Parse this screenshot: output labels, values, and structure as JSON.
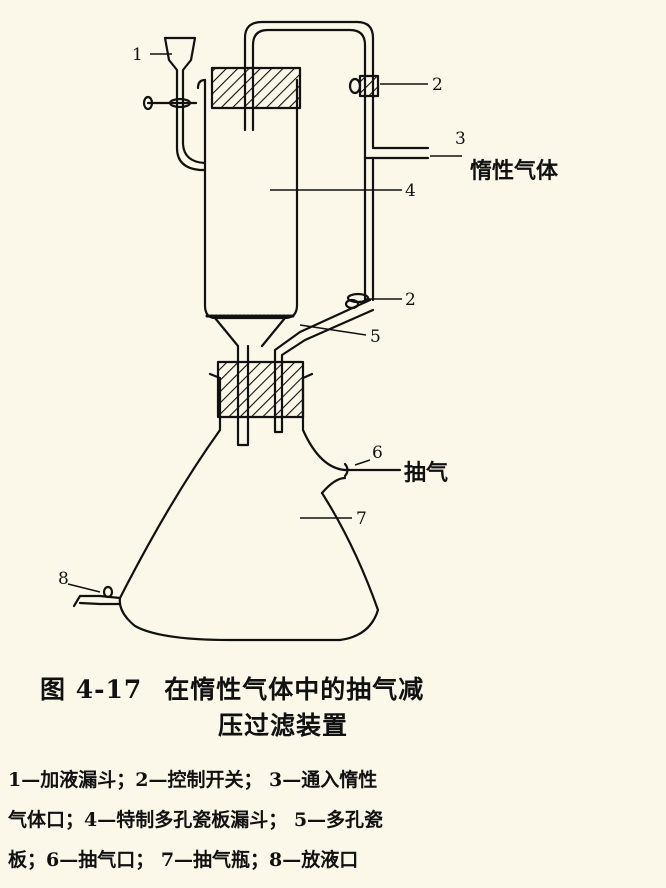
{
  "labels": {
    "n1": "1",
    "n2a": "2",
    "n2b": "2",
    "n3": "3",
    "n4": "4",
    "n5": "5",
    "n6": "6",
    "n7": "7",
    "n8": "8",
    "inert_gas": "惰性气体",
    "vacuum": "抽气"
  },
  "caption": {
    "figure": "图 4-17",
    "title_line1": "在惰性气体中的抽气减",
    "title_line2": "压过滤装置"
  },
  "legend": {
    "line1": "1—加液漏斗；2—控制开关； 3—通入惰性",
    "line2": "气体口；4—特制多孔瓷板漏斗； 5—多孔瓷",
    "line3": "板；6—抽气口； 7—抽气瓶；8—放液口"
  }
}
